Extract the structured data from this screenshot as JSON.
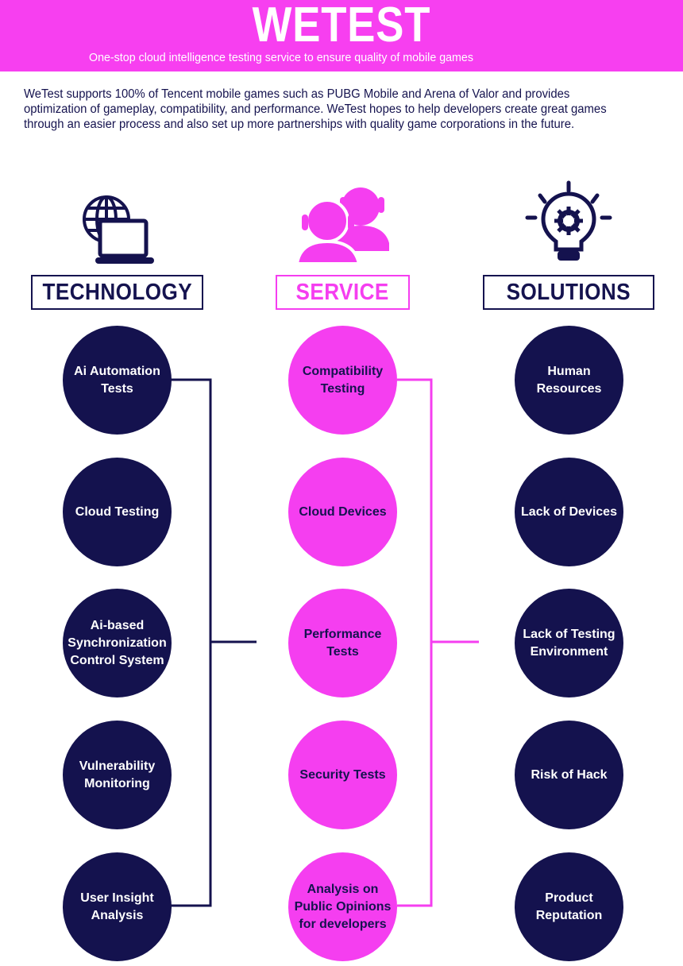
{
  "header": {
    "title": "WETEST",
    "subtitle": "One-stop cloud intelligence testing service to ensure quality of mobile games"
  },
  "intro": "WeTest supports 100% of Tencent mobile games such as PUBG Mobile and Arena of Valor and provides optimization of gameplay, compatibility, and performance. WeTest hopes to help developers create great games through an easier process and also set up more partnerships with quality game corporations in the future.",
  "colors": {
    "magenta": "#f53ef0",
    "navy": "#14124e"
  },
  "columns": [
    {
      "heading": "TECHNOLOGY",
      "icon": "globe-laptop-icon",
      "items": [
        "Ai Automation Tests",
        "Cloud Testing",
        "Ai-based Synchronization Control System",
        "Vulnerability Monitoring",
        "User Insight Analysis"
      ]
    },
    {
      "heading": "SERVICE",
      "icon": "support-agents-icon",
      "items": [
        "Compatibility Testing",
        "Cloud Devices",
        "Performance Tests",
        "Security Tests",
        "Analysis on Public Opinions for developers"
      ]
    },
    {
      "heading": "SOLUTIONS",
      "icon": "lightbulb-gear-icon",
      "items": [
        "Human Resources",
        "Lack of Devices",
        "Lack of Testing Environment",
        "Risk of Hack",
        "Product Reputation"
      ]
    }
  ]
}
